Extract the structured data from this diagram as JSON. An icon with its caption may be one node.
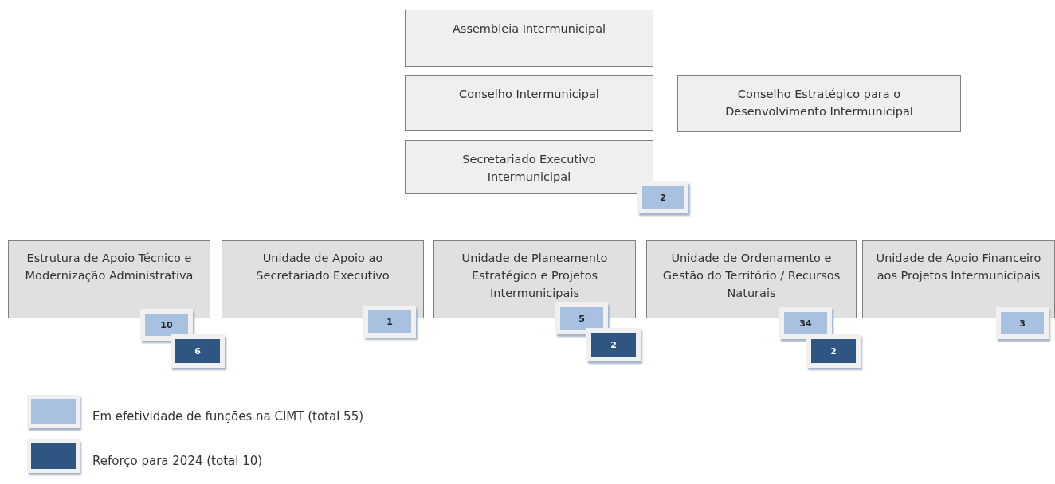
{
  "diagram": {
    "nodes": [
      {
        "text": [
          "Assembleia Intermunicipal"
        ]
      },
      {
        "text": [
          "Conselho Intermunicipal"
        ]
      },
      {
        "text": [
          "Conselho Estratégico para o Desenvolvimento Intermunicipal"
        ]
      },
      {
        "text": [
          "Secretariado Executivo Intermunicipal"
        ]
      },
      {
        "text": [
          "2"
        ]
      },
      {
        "text": [
          "Estrutura de Apoio Técnico e Modernização Administrativa"
        ]
      },
      {
        "text": [
          "10"
        ]
      },
      {
        "text": [
          "6"
        ]
      },
      {
        "text": [
          "Unidade de Apoio ao Secretariado Executivo"
        ]
      },
      {
        "text": [
          "1"
        ]
      },
      {
        "text": [
          "Unidade de Planeamento Estratégico e Projetos Intermunicipais"
        ]
      },
      {
        "text": [
          "5"
        ]
      },
      {
        "text": [
          "2"
        ]
      },
      {
        "text": [
          "Unidade de Ordenamento e Gestão do Território / Recursos Naturais"
        ]
      },
      {
        "text": [
          "34"
        ]
      },
      {
        "text": [
          "2"
        ]
      },
      {
        "text": [
          "Unidade de Apoio Financeiro aos Projetos Intermunicipais"
        ]
      },
      {
        "text": [
          "3"
        ]
      }
    ],
    "legend": [
      {
        "text": "Em efetividade de funções na CIMT (total 55)",
        "color": "#a9c1e1"
      },
      {
        "text": "Reforço para 2024 (total 10)",
        "color": "#2f5583"
      }
    ]
  }
}
